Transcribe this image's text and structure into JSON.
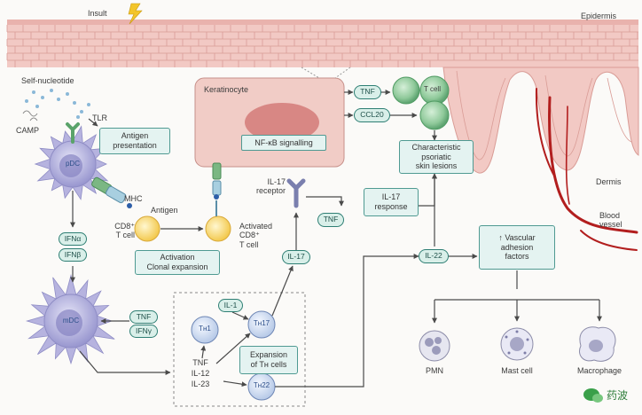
{
  "labels": {
    "insult": "Insult",
    "epidermis": "Epidermis",
    "self_nucleotide": "Self-nucleotide",
    "camp": "CAMP",
    "tlr": "TLR",
    "antigen_presentation": "Antigen\npresentation",
    "pdc": "pDC",
    "mhc": "MHC",
    "antigen": "Antigen",
    "cd8_t_cell": "CD8⁺\nT cell",
    "activated_cd8": "Activated\nCD8⁺\nT cell",
    "activation_clonal": "Activation\nClonal expansion",
    "keratinocyte": "Keratinocyte",
    "nfkb": "NF-κB signalling",
    "tnf_top": "TNF",
    "ccl20": "CCL20",
    "t_cell": "T cell",
    "characteristic_lesions": "Characteristic\npsoriatic\nskin lesions",
    "dermis": "Dermis",
    "blood_vessel": "Blood\nvessel",
    "il17_receptor": "IL-17\nreceptor",
    "tnf_mid": "TNF",
    "il17_response": "IL-17\nresponse",
    "ifna": "IFNα",
    "ifnb": "IFNβ",
    "il17_pill": "IL-17",
    "il22_pill": "IL-22",
    "vascular_factors": "↑ Vascular\nadhesion\nfactors",
    "mdc": "mDC",
    "tnf_ifng_a": "TNF",
    "tnf_ifng_b": "IFNγ",
    "il1": "IL-1",
    "th1": "Tʜ1",
    "th17": "Tʜ17",
    "th22": "Tʜ22",
    "cyto_tnf": "TNF",
    "cyto_il12": "IL-12",
    "cyto_il23": "IL-23",
    "expansion": "Expansion\nof Tʜ cells",
    "pmn": "PMN",
    "mast_cell": "Mast cell",
    "macrophage": "Macrophage",
    "watermark": "药波"
  },
  "colors": {
    "box_fill": "#e4f3f1",
    "box_border": "#4f9a92",
    "skin_pink": "#f2c9c4",
    "t_cell_green": "#8fc99a",
    "cd8_yellow": "#f8d873",
    "dc_purple": "#a9a8d8",
    "blood_red": "#b21e1e"
  }
}
